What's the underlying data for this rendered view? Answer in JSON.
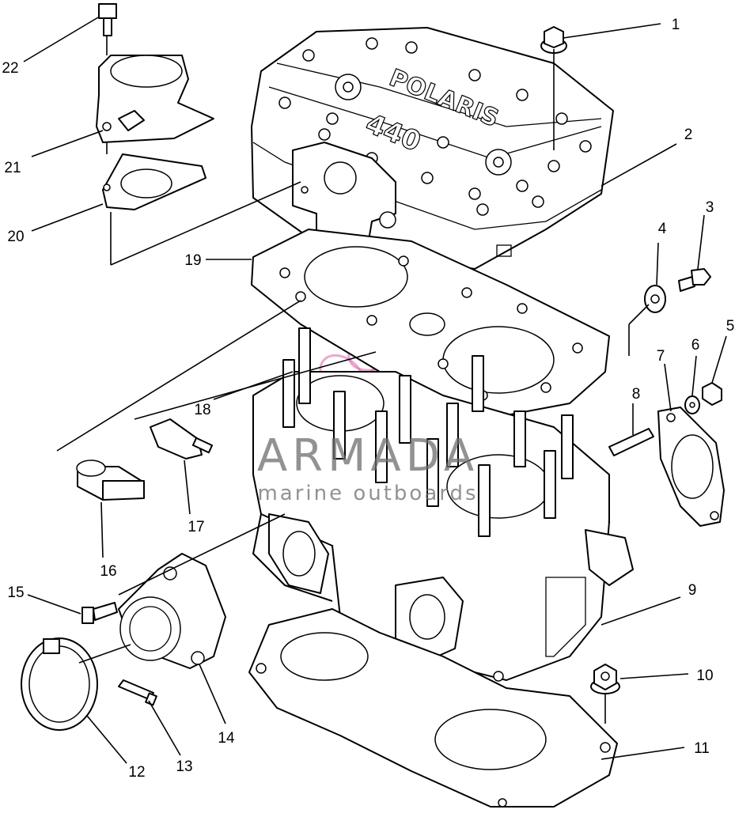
{
  "callouts": [
    "1",
    "2",
    "3",
    "4",
    "5",
    "6",
    "7",
    "8",
    "9",
    "10",
    "11",
    "12",
    "13",
    "14",
    "15",
    "16",
    "17",
    "18",
    "19",
    "20",
    "21",
    "22"
  ],
  "head_markings": {
    "brand": "POLARIS",
    "model": "440"
  },
  "watermark": {
    "title": "ARMADA",
    "subtitle": "marine outboards",
    "logo_color": "#e060a8"
  }
}
